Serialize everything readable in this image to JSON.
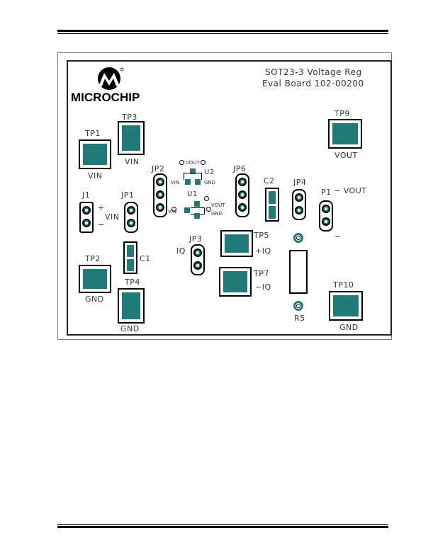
{
  "brand": {
    "name": "MICROCHIP"
  },
  "board": {
    "title_line1": "SOT23-3 Voltage Reg",
    "title_line2": "Eval Board 102-00200"
  },
  "labels": {
    "tp1": "TP1",
    "tp1_sub": "VIN",
    "tp3": "TP3",
    "tp3_sub": "VIN",
    "tp9": "TP9",
    "tp9_sub": "VOUT",
    "tp2": "TP2",
    "tp2_sub": "GND",
    "tp4": "TP4",
    "tp4_sub": "GND",
    "tp5": "TP5",
    "tp5_sub": "+IQ",
    "tp7": "TP7",
    "tp7_sub": "−IQ",
    "tp10": "TP10",
    "tp10_sub": "GND",
    "j1": "J1",
    "j1_plus": "+",
    "j1_minus": "−",
    "j1_vin": "VIN",
    "jp1": "JP1",
    "jp2": "JP2",
    "jp3": "JP3",
    "jp3_iq": "IQ",
    "jp4": "JP4",
    "jp6": "JP6",
    "p1": "P1",
    "p1_vout": "− VOUT",
    "p1_minus": "−",
    "c1": "C1",
    "c2": "C2",
    "r5": "R5",
    "u1": "U1",
    "u1_vin": "VIN",
    "u1_vout": "VOUT",
    "u1_gnd": "GND",
    "u2": "U2",
    "u2_vout": "VOUT",
    "u2_vin": "VIN",
    "u2_gnd": "GND"
  }
}
